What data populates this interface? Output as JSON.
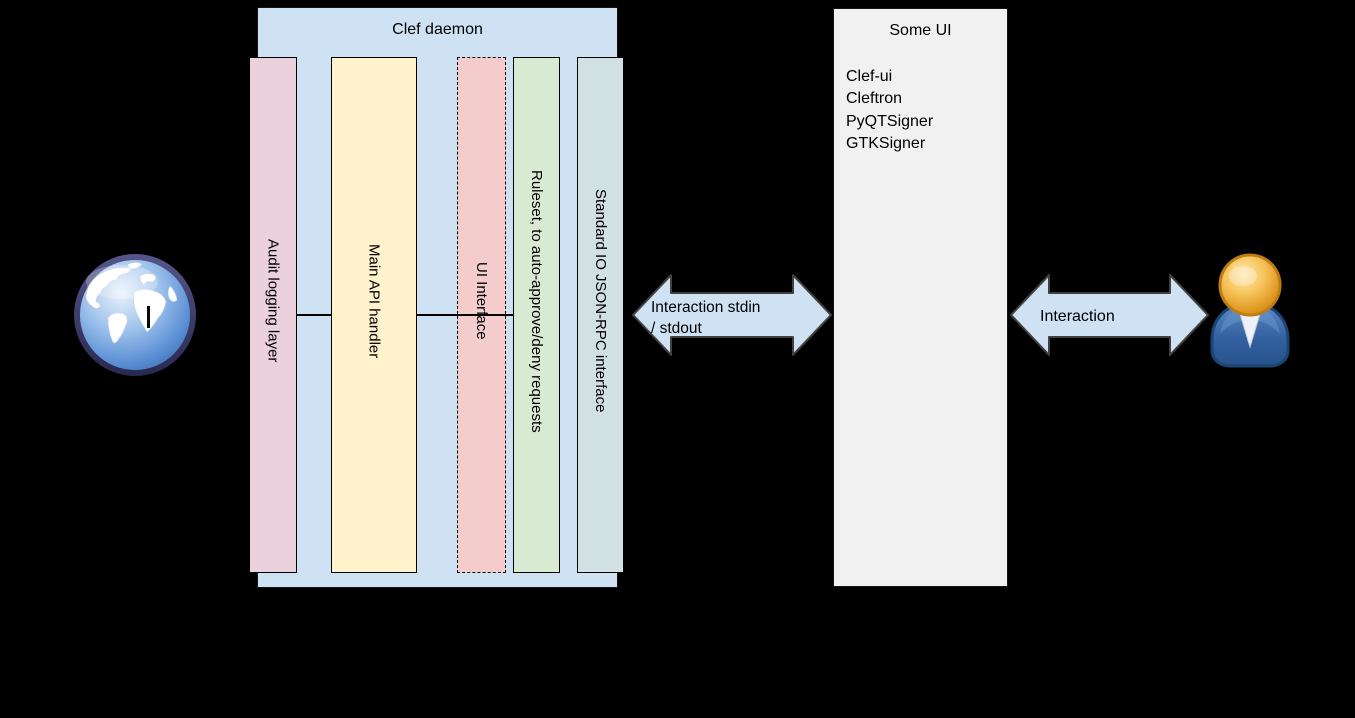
{
  "clef_daemon": {
    "title": "Clef daemon",
    "layers": [
      {
        "label": "Audit logging layer",
        "color": "#ead1dc",
        "border": "solid"
      },
      {
        "label": "Main API handler",
        "color": "#fff2cc",
        "border": "solid"
      },
      {
        "label": "UI Interface",
        "color": "#f4cccc",
        "border": "dashed"
      },
      {
        "label": "Ruleset, to auto-approve/deny requests",
        "color": "#d9ead3",
        "border": "solid"
      },
      {
        "label": "Standard IO JSON-RPC interface",
        "color": "#d0e0e3",
        "border": "solid"
      }
    ]
  },
  "some_ui": {
    "title": "Some UI",
    "items": [
      "Clef-ui",
      "Cleftron",
      "PyQTSigner",
      "GTKSigner"
    ]
  },
  "arrows": {
    "stdio": {
      "line1": "Interaction stdin",
      "line2": "/ stdout"
    },
    "user": {
      "label": "Interaction"
    }
  },
  "icons": {
    "left": "globe-internet-icon",
    "right": "user-person-icon"
  },
  "colors": {
    "background": "#000000",
    "container_blue": "#cfe2f3",
    "audit_pink": "#ead1dc",
    "api_yellow": "#fff2cc",
    "ui_red": "#f4cccc",
    "ruleset_green": "#d9ead3",
    "stdio_cyan": "#d0e0e3",
    "some_ui_gray": "#f1f1f1",
    "arrow_fill": "#cfe2f3",
    "arrow_stroke": "#404040",
    "text": "#000000"
  }
}
